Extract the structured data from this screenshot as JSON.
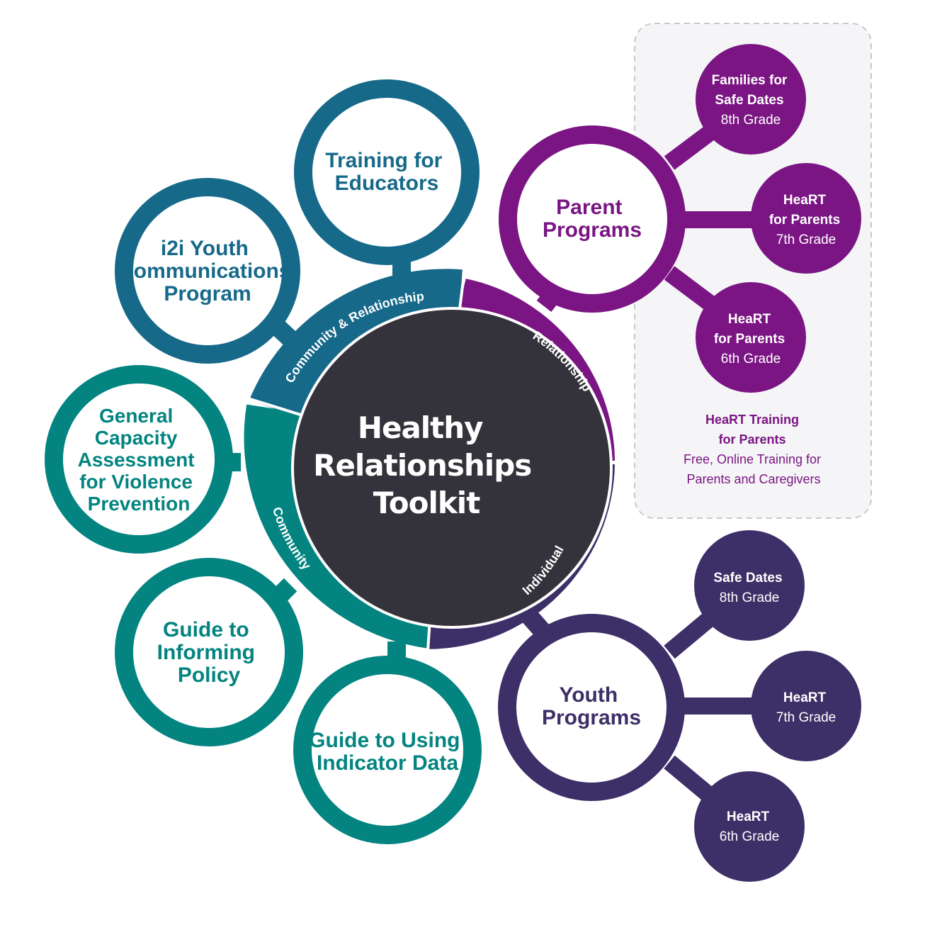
{
  "colors": {
    "blue": "#17698a",
    "teal": "#038480",
    "purple": "#7a1583",
    "indigo": "#3d2f67",
    "center": "#34323a",
    "panel": "#f5f5f7",
    "panel_border": "#c9c9cc"
  },
  "center": {
    "line1": "Healthy",
    "line2": "Relationships",
    "line3": "Toolkit"
  },
  "bands": {
    "community_relationship": "Community & Relationship",
    "relationship": "Relationship",
    "community": "Community",
    "individual": "Individual"
  },
  "nodes": {
    "training_educators": {
      "line1": "Training for",
      "line2": "Educators"
    },
    "i2i": {
      "line1": "i2i Youth",
      "line2": "Communications",
      "line3": "Program"
    },
    "capacity": {
      "line1": "General",
      "line2": "Capacity",
      "line3": "Assessment",
      "line4": "for Violence",
      "line5": "Prevention"
    },
    "informing_policy": {
      "line1": "Guide to",
      "line2": "Informing",
      "line3": "Policy"
    },
    "indicator_data": {
      "line1": "Guide to Using",
      "line2": "Indicator Data"
    },
    "parent_programs": {
      "line1": "Parent",
      "line2": "Programs"
    },
    "youth_programs": {
      "line1": "Youth",
      "line2": "Programs"
    }
  },
  "parent_subs": [
    {
      "line1": "Families for",
      "line2": "Safe Dates",
      "grade": "8th Grade"
    },
    {
      "line1": "HeaRT",
      "line2": "for Parents",
      "grade": "7th Grade"
    },
    {
      "line1": "HeaRT",
      "line2": "for Parents",
      "grade": "6th Grade"
    }
  ],
  "youth_subs": [
    {
      "line1": "Safe Dates",
      "grade": "8th Grade"
    },
    {
      "line1": "HeaRT",
      "grade": "7th Grade"
    },
    {
      "line1": "HeaRT",
      "grade": "6th Grade"
    }
  ],
  "note": {
    "title1": "HeaRT Training",
    "title2": "for Parents",
    "desc1": "Free, Online Training for",
    "desc2": "Parents and Caregivers"
  }
}
